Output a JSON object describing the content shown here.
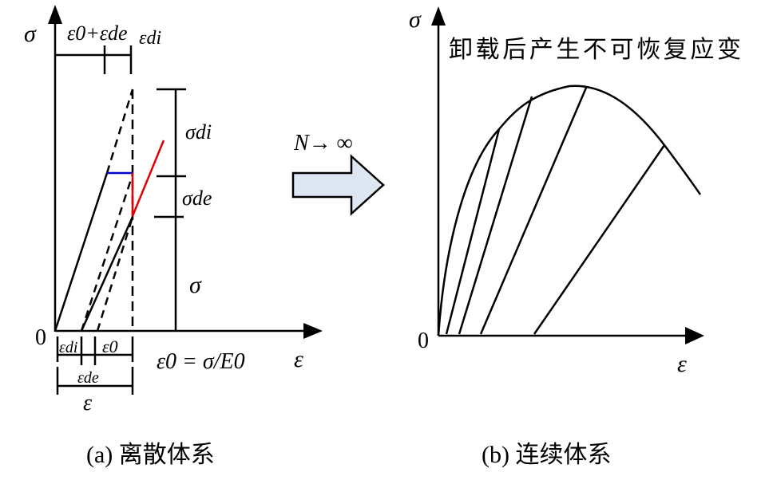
{
  "panel_a": {
    "caption": "(a)  离散体系",
    "y_axis_label": "σ",
    "x_axis_label": "ε",
    "origin": "0",
    "top_bracket": {
      "left": "ε0+εde",
      "right": "εdi"
    },
    "right_bracket": {
      "top": "σdi",
      "middle": "σde",
      "bottom": "σ"
    },
    "bottom_bracket": {
      "a": "εdi",
      "b": "εde",
      "c": "ε0",
      "total": "ε"
    },
    "equation": "ε0 = σ/E0",
    "colors": {
      "unload": "#0000cc",
      "reload": "#e00000"
    }
  },
  "transition": {
    "label": "N→ ∞",
    "arrow_fill": "#dde6f3"
  },
  "panel_b": {
    "caption": "(b)  连续体系",
    "y_axis_label": "σ",
    "x_axis_label": "ε",
    "origin": "0",
    "annotation": "卸载后产生不可恢复应变"
  }
}
